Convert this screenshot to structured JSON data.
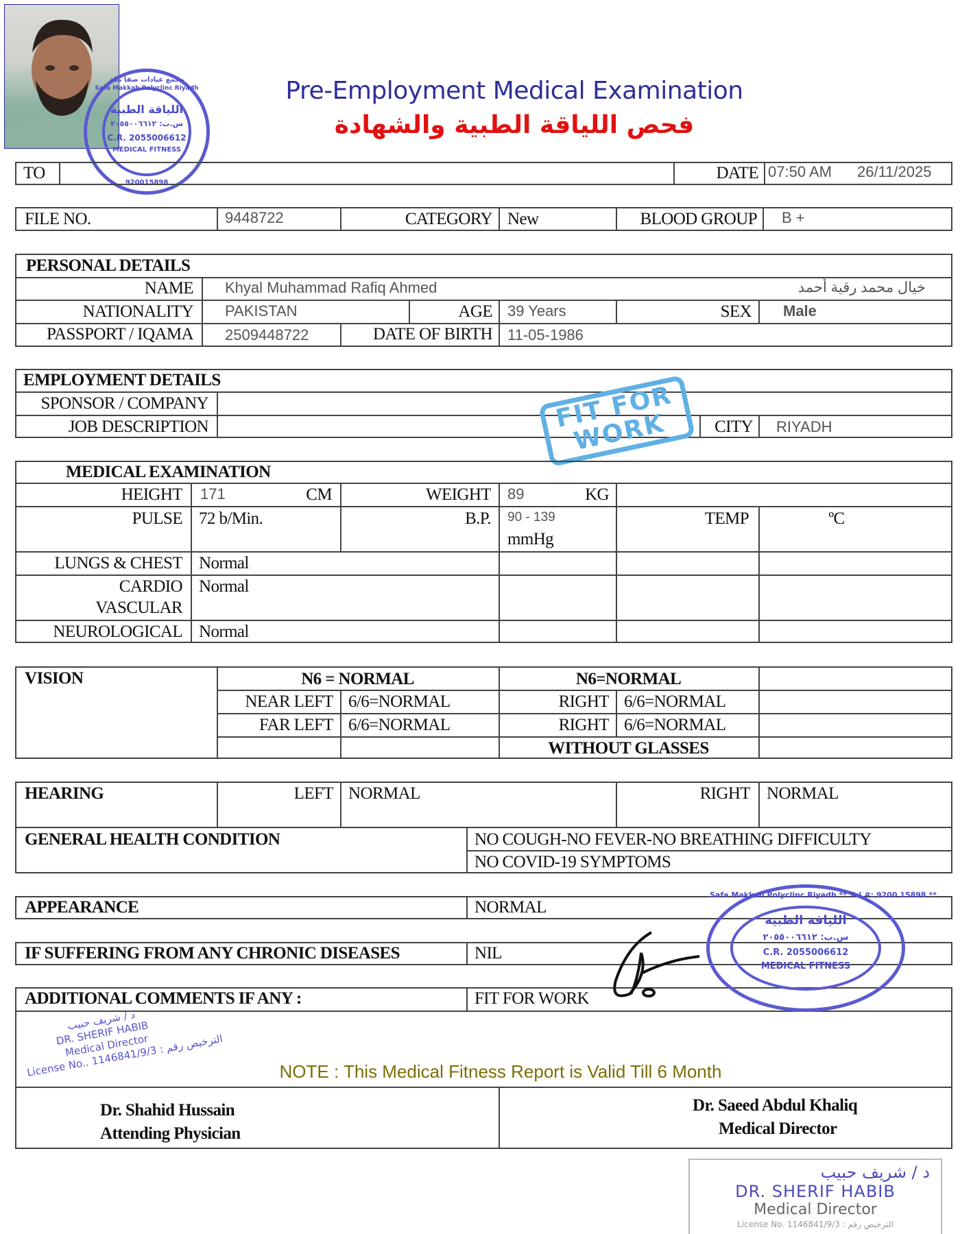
{
  "header": {
    "title_en": "Pre-Employment Medical Examination",
    "title_ar": "فحص اللياقة الطبية والشهادة",
    "photo_alt": "applicant-photo"
  },
  "stamp_top": {
    "arc_ar": "مجمع عيادات صفا مكة",
    "arc_en": "Safa Makkah Polyclinc Riyadh",
    "line1_ar": "اللياقة الطبية",
    "line2_ar": "س.ب: ٢٠٥٥٠٠٦٦١٢",
    "cr": "C.R. 2055006612",
    "dept": "MEDICAL FITNESS",
    "tel": "920015898"
  },
  "to_row": {
    "to_label": "TO",
    "to_value": "",
    "date_label": "DATE",
    "time": "07:50 AM",
    "date": "26/11/2025"
  },
  "file_row": {
    "file_label": "FILE NO.",
    "file_value": "9448722",
    "category_label": "CATEGORY",
    "category_value": "New",
    "blood_label": "BLOOD GROUP",
    "blood_value": "B +"
  },
  "personal": {
    "heading": "PERSONAL DETAILS",
    "name_label": "NAME",
    "name_en": "Khyal Muhammad Rafiq Ahmed",
    "name_ar": "خيال محمد رقية أحمد",
    "nationality_label": "NATIONALITY",
    "nationality": "PAKISTAN",
    "age_label": "AGE",
    "age": "39 Years",
    "sex_label": "SEX",
    "sex": "Male",
    "passport_label": "PASSPORT / IQAMA",
    "passport": "2509448722",
    "dob_label": "DATE OF BIRTH",
    "dob": "11-05-1986"
  },
  "employment": {
    "heading": "EMPLOYMENT DETAILS",
    "sponsor_label": "SPONSOR / COMPANY",
    "sponsor": "",
    "job_label": "JOB DESCRIPTION",
    "job": "",
    "city_label": "CITY",
    "city": "RIYADH",
    "stamp_line1": "FIT FOR",
    "stamp_line2": "WORK"
  },
  "medical": {
    "heading": "MEDICAL EXAMINATION",
    "height_label": "HEIGHT",
    "height": "171",
    "height_unit": "CM",
    "weight_label": "WEIGHT",
    "weight": "89",
    "weight_unit": "KG",
    "pulse_label": "PULSE",
    "pulse": "72 b/Min.",
    "bp_label": "B.P.",
    "bp": "90 - 139",
    "bp_unit": "mmHg",
    "temp_label": "TEMP",
    "temp_unit": "ºC",
    "lungs_label": "LUNGS & CHEST",
    "lungs": "Normal",
    "cardio_label_1": "CARDIO",
    "cardio_label_2": "VASCULAR",
    "cardio": "Normal",
    "neuro_label": "NEUROLOGICAL",
    "neuro": "Normal"
  },
  "vision": {
    "heading": "VISION",
    "n6_left": "N6 = NORMAL",
    "n6_right": "N6=NORMAL",
    "near_left_label": "NEAR LEFT",
    "near_left": "6/6=NORMAL",
    "near_right_label": "RIGHT",
    "near_right": "6/6=NORMAL",
    "far_left_label": "FAR LEFT",
    "far_left": "6/6=NORMAL",
    "far_right_label": "RIGHT",
    "far_right": "6/6=NORMAL",
    "glasses": "WITHOUT GLASSES"
  },
  "hearing": {
    "heading": "HEARING",
    "left_label": "LEFT",
    "left": "NORMAL",
    "right_label": "RIGHT",
    "right": "NORMAL"
  },
  "general": {
    "heading": "GENERAL HEALTH CONDITION",
    "line1": "NO COUGH-NO FEVER-NO BREATHING DIFFICULTY",
    "line2": "NO COVID-19 SYMPTOMS"
  },
  "appearance": {
    "label": "APPEARANCE",
    "value": "NORMAL"
  },
  "chronic": {
    "label": "IF SUFFERING FROM ANY CHRONIC DISEASES",
    "value": "NIL"
  },
  "comments": {
    "label": "ADDITIONAL COMMENTS IF ANY :",
    "value": "FIT FOR WORK"
  },
  "stamp_bottom": {
    "arc_en": "Safa Makkah Polyclinc Riyadh ** Tel.#: 9200 15898 **",
    "line1_ar": "اللياقة الطبية",
    "line2_ar": "س.ب: ٢٠٥٥٠٠٦٦١٢",
    "cr": "C.R. 2055006612",
    "dept": "MEDICAL FITNESS"
  },
  "note": "NOTE : This Medical Fitness Report is Valid Till 6 Month",
  "signatures": {
    "left_stamp": {
      "ar_name": "د / شريف حبيب",
      "en_name": "DR. SHERIF HABIB",
      "title": "Medical Director",
      "license": "License No.. 1146841/9/3 : الترخيص رقم"
    },
    "left_name": "Dr. Shahid Hussain",
    "left_title": "Attending Physician",
    "right_name": "Dr. Saeed Abdul Khaliq",
    "right_title": "Medical Director",
    "right_stamp": {
      "ar_name": "د / شريف حبيب",
      "en_name": "DR. SHERIF HABIB",
      "title": "Medical Director",
      "license": "License No. 1146841/9/3 : الترخيص رقم"
    }
  }
}
